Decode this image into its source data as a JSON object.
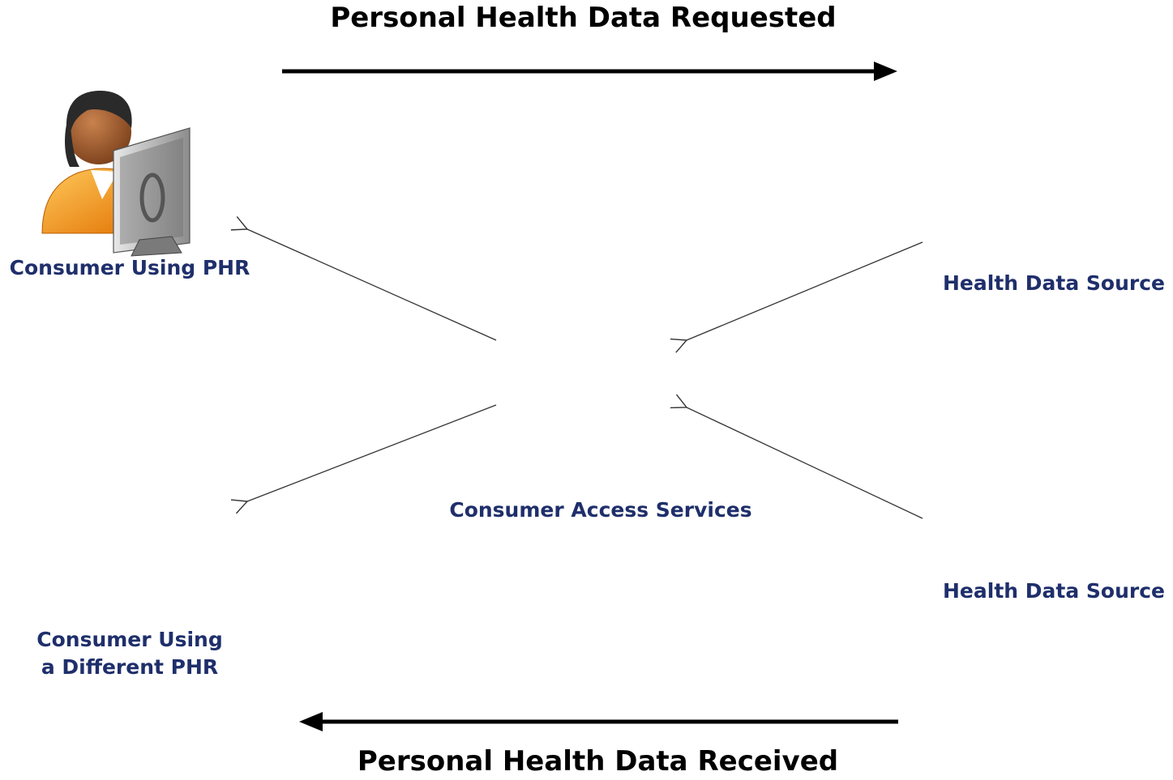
{
  "title_requested": "Personal Health Data Requested",
  "title_received": "Personal Health Data Received",
  "nodes": {
    "consumer_phr": {
      "label": "Consumer Using PHR",
      "icon": "person-at-computer-icon"
    },
    "consumer_different_phr": {
      "label_line1": "Consumer Using",
      "label_line2": "a Different PHR",
      "icon": "person-at-computer-icon"
    },
    "access_services": {
      "label": "Consumer Access Services",
      "icon": "locked-server-icon"
    },
    "source_rx": {
      "label": "Health Data Source",
      "icon": "rx-prescription-icon"
    },
    "source_lab": {
      "label": "Health Data Source",
      "icon": "microscope-icon"
    }
  },
  "colors": {
    "label": "#1f2f6b",
    "heading": "#000000",
    "connector": "#333333"
  }
}
